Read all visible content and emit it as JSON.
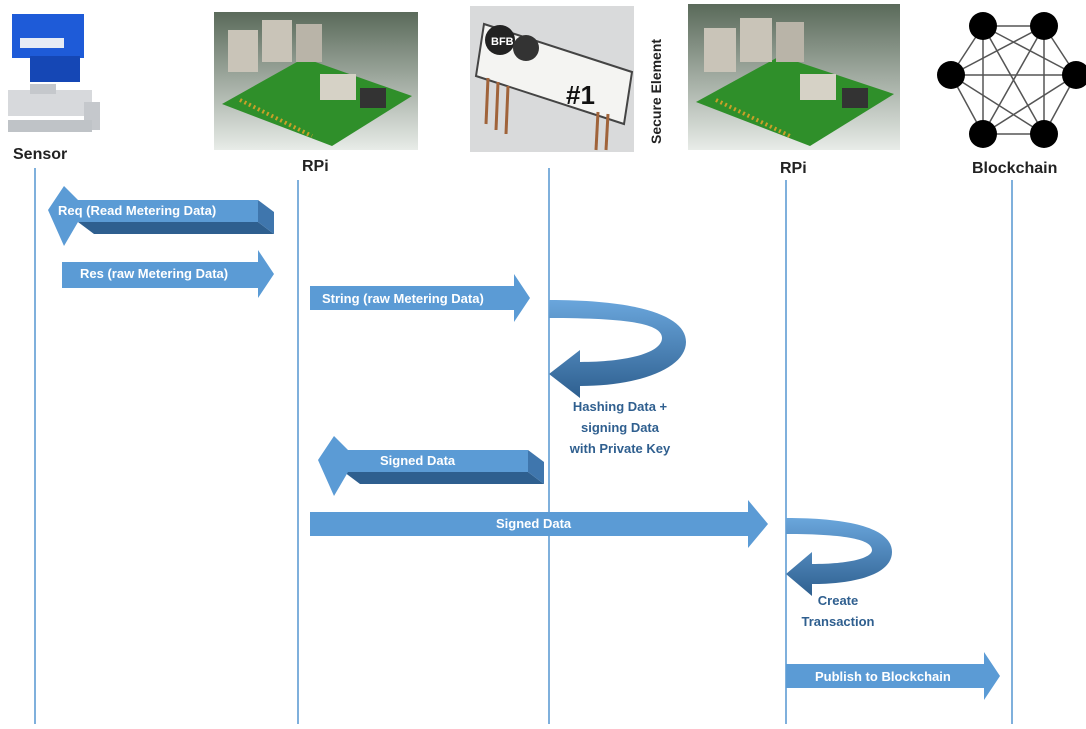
{
  "participants": {
    "sensor": "Sensor",
    "rpi_left": "RPi",
    "secure_element": "Secure Element",
    "rpi_right": "RPi",
    "blockchain": "Blockchain"
  },
  "chip_print": {
    "brand": "BFB",
    "number": "#1"
  },
  "messages": {
    "req": "Req (Read Metering Data)",
    "res": "Res (raw Metering Data)",
    "string": "String (raw Metering Data)",
    "signed_return": "Signed Data",
    "signed_forward": "Signed Data",
    "publish": "Publish to Blockchain"
  },
  "notes": {
    "hashing_line1": "Hashing Data +",
    "hashing_line2": "signing Data",
    "hashing_line3": "with Private Key",
    "create_line1": "Create",
    "create_line2": "Transaction"
  },
  "colors": {
    "arrow_light": "#5b9bd5",
    "arrow_dark": "#2e5f8f",
    "lifeline": "#7fb0dc"
  }
}
